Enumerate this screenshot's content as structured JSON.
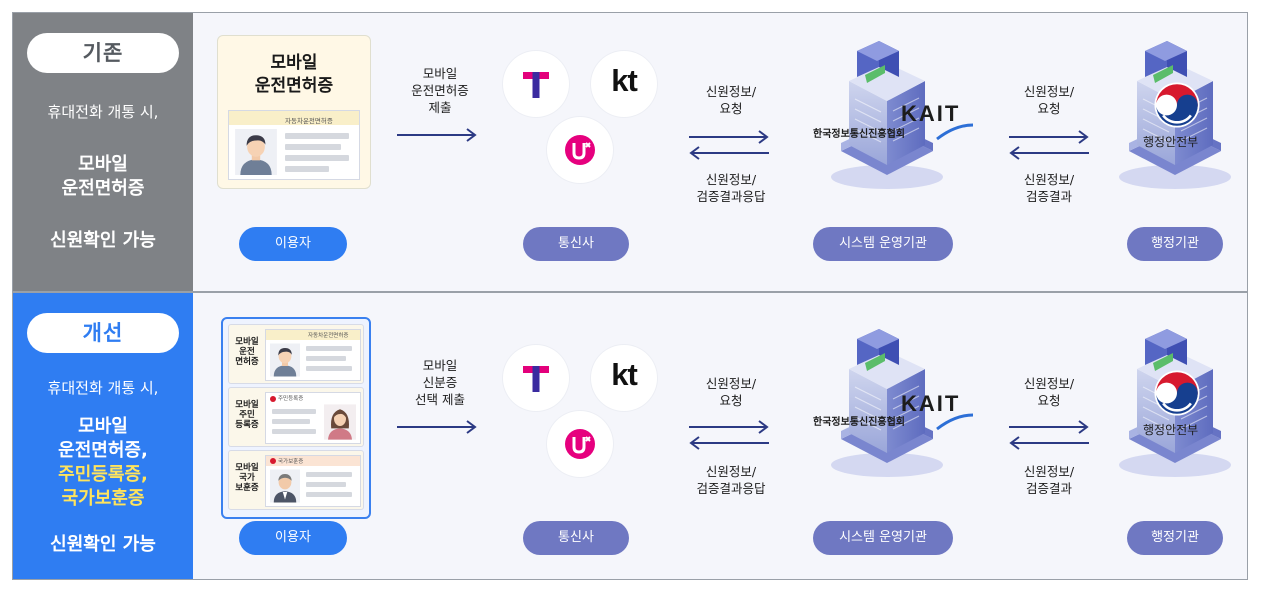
{
  "top": {
    "badge": "기존",
    "intro": "휴대전화 개통 시,",
    "doc_lines": [
      "모바일",
      "운전면허증"
    ],
    "result": "신원확인 가능",
    "card_title_lines": [
      "모바일",
      "운전면허증"
    ],
    "card_label": "자동차운전면허증",
    "submit_lines": [
      "모바일",
      "운전면허증",
      "제출"
    ]
  },
  "bottom": {
    "badge": "개선",
    "intro": "휴대전화 개통 시,",
    "doc_lines": [
      "모바일",
      "운전면허증,",
      "주민등록증,",
      "국가보훈증"
    ],
    "result": "신원확인 가능",
    "submit_lines": [
      "모바일",
      "신분증",
      "선택 제출"
    ],
    "cards": [
      {
        "label_lines": [
          "모바일",
          "운전",
          "면허증"
        ],
        "header": "자동차운전면허증"
      },
      {
        "label_lines": [
          "모바일",
          "주민",
          "등록증"
        ],
        "header": "주민등록증"
      },
      {
        "label_lines": [
          "모바일",
          "국가",
          "보훈증"
        ],
        "header": "국가보훈증"
      }
    ]
  },
  "flow": {
    "carrier_request": [
      "신원정보/",
      "요청"
    ],
    "carrier_response": [
      "신원정보/",
      "검증결과응답"
    ],
    "agency_request": [
      "신원정보/",
      "요청"
    ],
    "agency_response": [
      "신원정보/",
      "검증결과"
    ]
  },
  "roles": {
    "user": "이용자",
    "carrier": "통신사",
    "operator": "시스템 운영기관",
    "agency": "행정기관"
  },
  "logos": {
    "kt": "kt",
    "kait": "KAIT",
    "kait_org": "한국정보통신진흥협회",
    "mois": "행정안전부"
  },
  "colors": {
    "legacy_side": "#7f8286",
    "improved_side": "#2f7df2",
    "user_pill": "#2f7df2",
    "role_pill": "#6f78c2",
    "highlight_text": "#ffe45c",
    "skt_magenta": "#e3007b",
    "skt_navy": "#3a2ba0",
    "lgu_magenta": "#e6007e"
  }
}
